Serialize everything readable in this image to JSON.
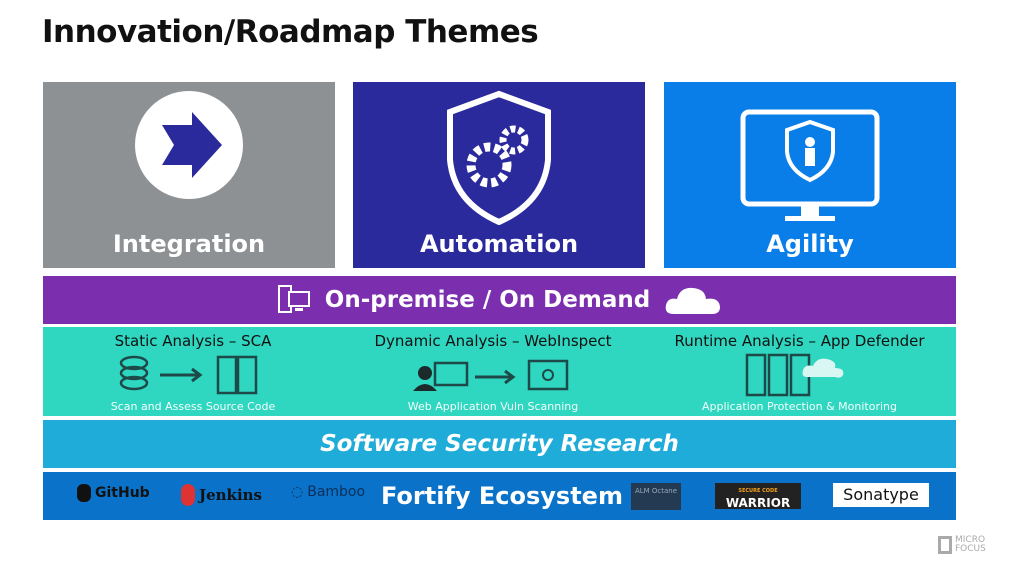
{
  "title": "Innovation/Roadmap Themes",
  "tiles": [
    {
      "label": "Integration",
      "icon": "arrow-icon",
      "color": "#8e9193"
    },
    {
      "label": "Automation",
      "icon": "shield-gears-icon",
      "color": "#2b2a9c"
    },
    {
      "label": "Agility",
      "icon": "monitor-shield-icon",
      "color": "#0a7ee8"
    }
  ],
  "deployment": {
    "label": "On-premise / On Demand",
    "color": "#7b2fae"
  },
  "analysis": [
    {
      "heading": "Static Analysis – SCA",
      "sub": "Scan and Assess Source Code"
    },
    {
      "heading": "Dynamic Analysis – WebInspect",
      "sub": "Web Application Vuln Scanning"
    },
    {
      "heading": "Runtime Analysis – App Defender",
      "sub": "Application Protection & Monitoring"
    }
  ],
  "research": {
    "label": "Software Security Research",
    "color": "#20acd8"
  },
  "ecosystem": {
    "label": "Fortify Ecosystem",
    "color": "#0a72c8",
    "logos": [
      "GitHub",
      "Jenkins",
      "Bamboo",
      "ALM Octane",
      "SECURE CODE",
      "WARRIOR",
      "Sonatype"
    ]
  },
  "brand": "MICRO FOCUS"
}
